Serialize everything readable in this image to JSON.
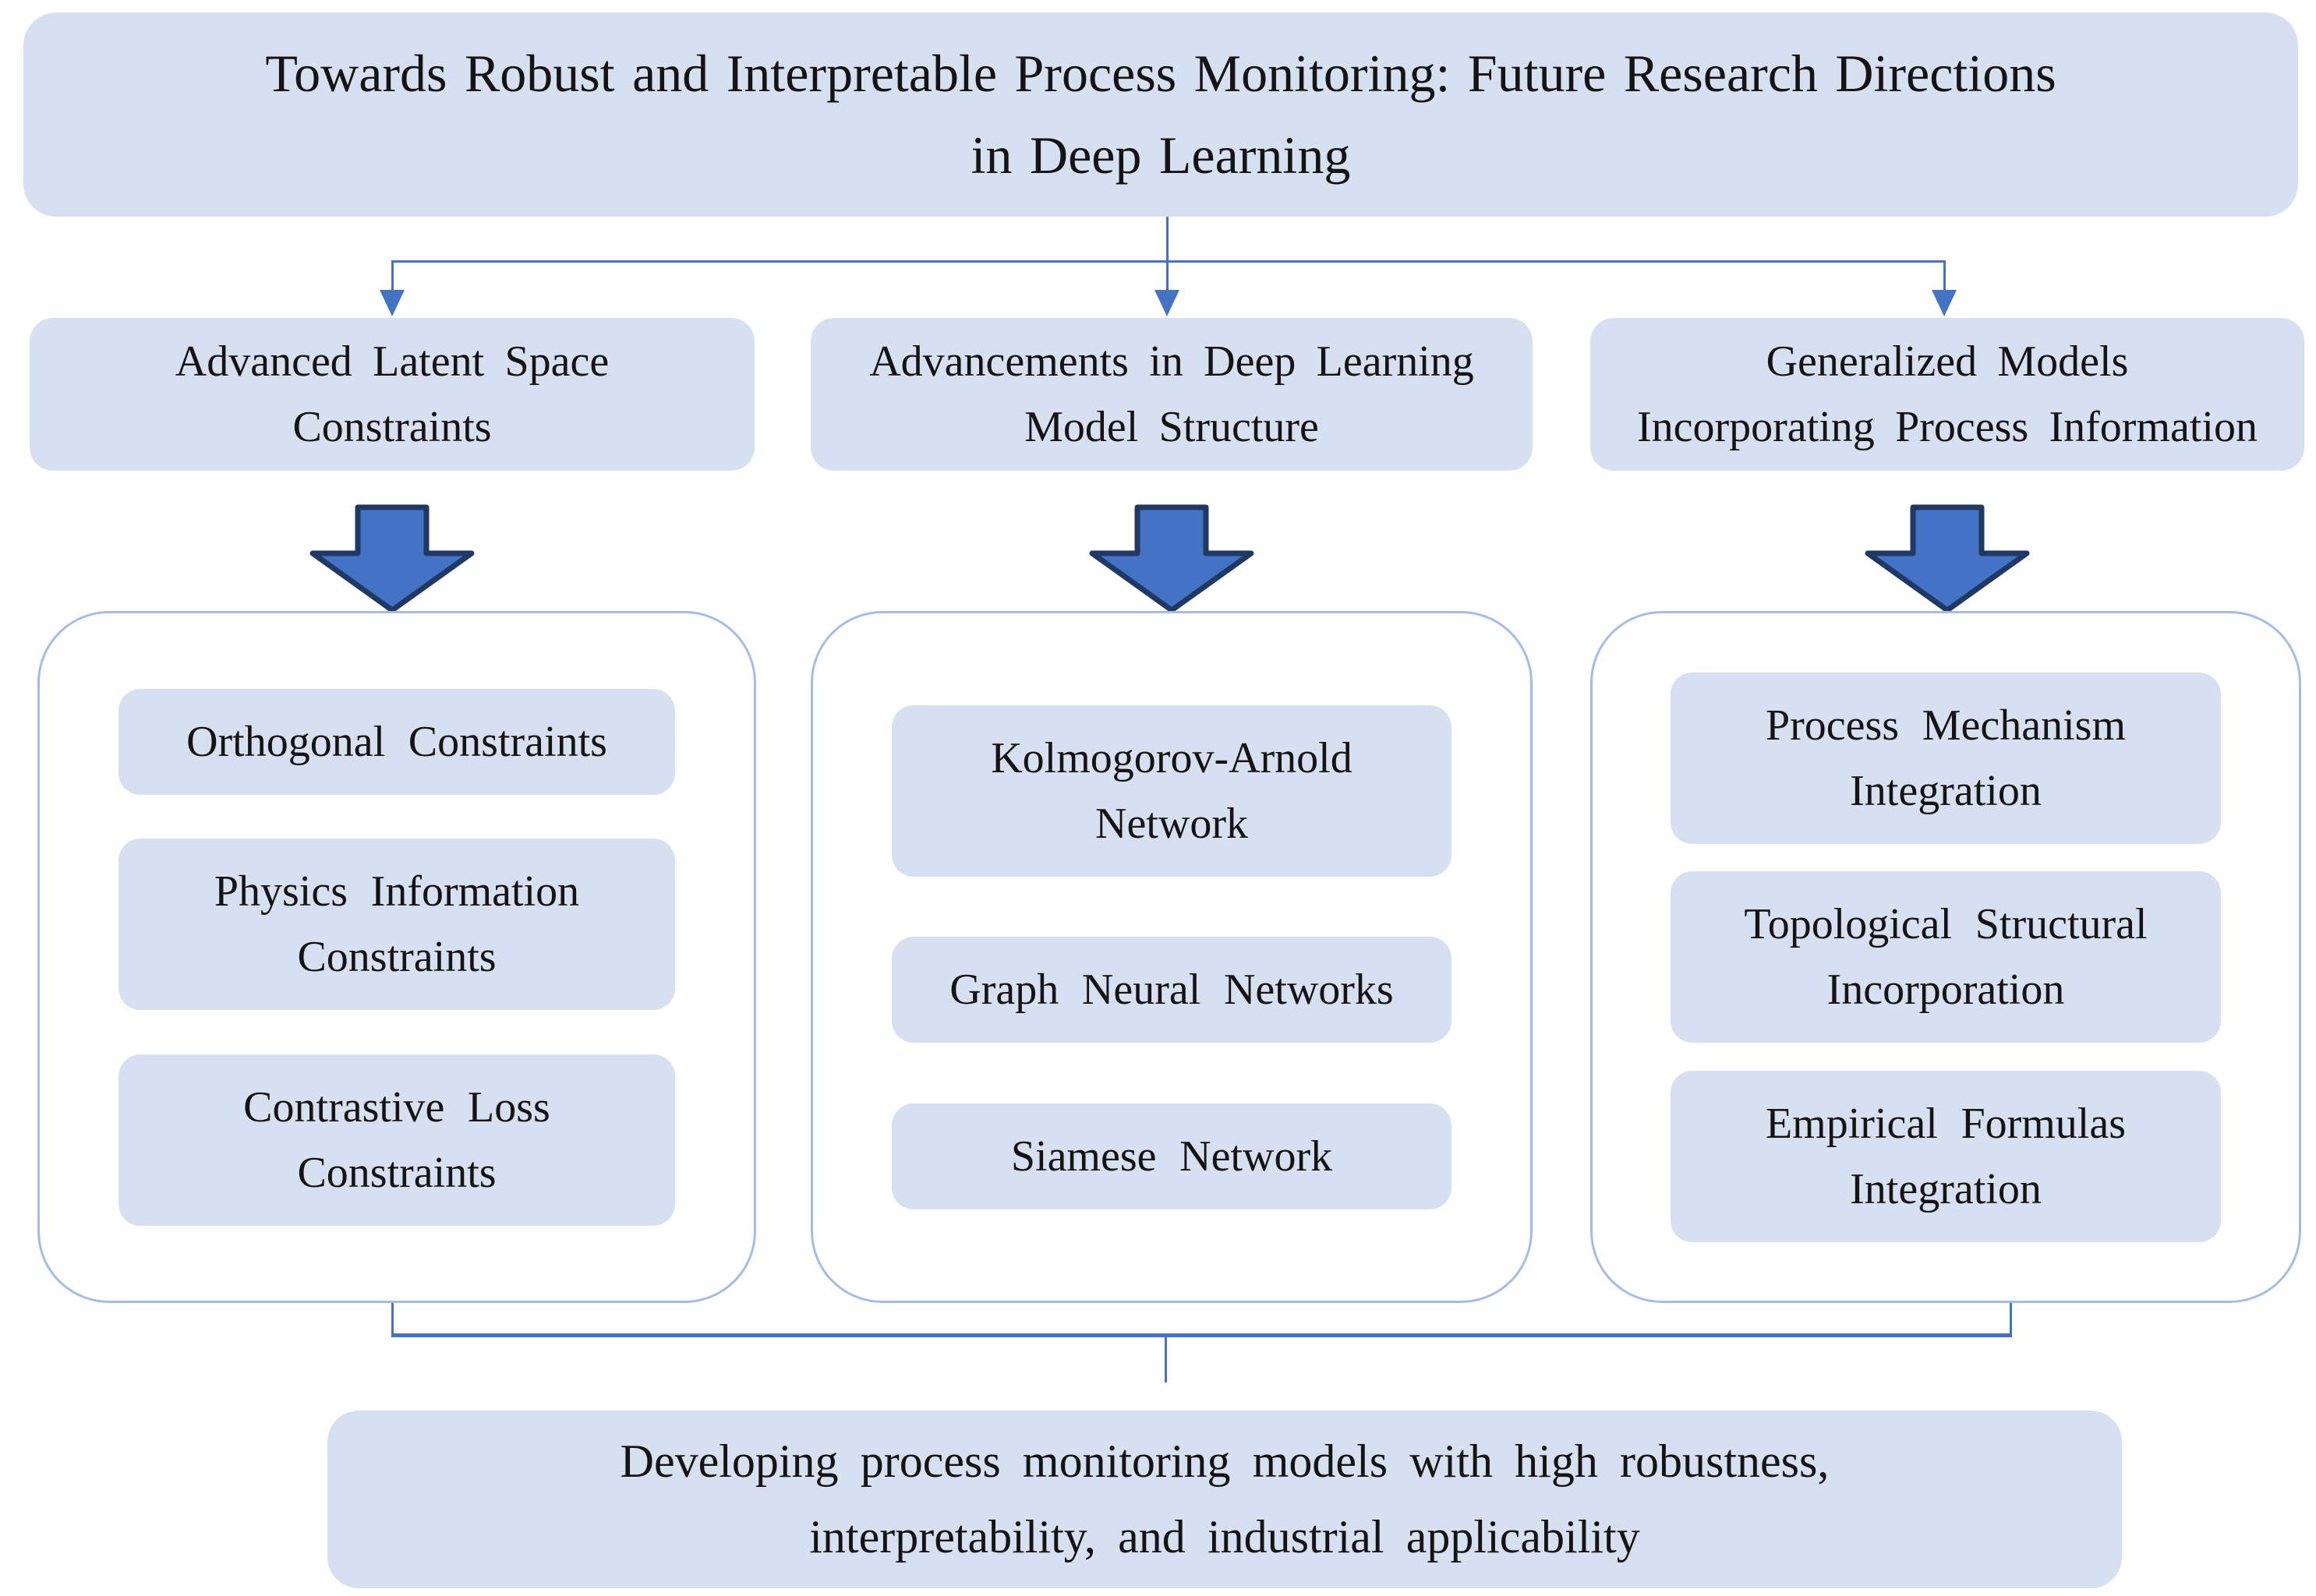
{
  "title": {
    "lines": [
      "Towards Robust and Interpretable Process Monitoring: Future Research Directions",
      "in Deep Learning"
    ]
  },
  "columns": [
    {
      "category": {
        "lines": [
          "Advanced Latent Space",
          "Constraints"
        ]
      },
      "items": [
        {
          "lines": [
            "Orthogonal Constraints"
          ]
        },
        {
          "lines": [
            "Physics Information",
            "Constraints"
          ]
        },
        {
          "lines": [
            "Contrastive Loss",
            "Constraints"
          ]
        }
      ]
    },
    {
      "category": {
        "lines": [
          "Advancements in Deep Learning",
          "Model Structure"
        ]
      },
      "items": [
        {
          "lines": [
            "Kolmogorov-Arnold",
            "Network"
          ]
        },
        {
          "lines": [
            "Graph Neural Networks"
          ]
        },
        {
          "lines": [
            "Siamese Network"
          ]
        }
      ]
    },
    {
      "category": {
        "lines": [
          "Generalized Models",
          "Incorporating Process Information"
        ]
      },
      "items": [
        {
          "lines": [
            "Process Mechanism",
            "Integration"
          ]
        },
        {
          "lines": [
            "Topological Structural",
            "Incorporation"
          ]
        },
        {
          "lines": [
            "Empirical Formulas",
            "Integration"
          ]
        }
      ]
    }
  ],
  "conclusion": {
    "lines": [
      "Developing process monitoring models with high robustness,",
      "interpretability, and industrial applicability"
    ]
  },
  "colors": {
    "box_fill": "#d7e0f1",
    "container_border": "#a4bde6",
    "connector": "#4472c4",
    "arrow_fill": "#4472c4",
    "arrow_border": "#203864",
    "text": "#141414",
    "canvas_bg": "#ffffff"
  }
}
